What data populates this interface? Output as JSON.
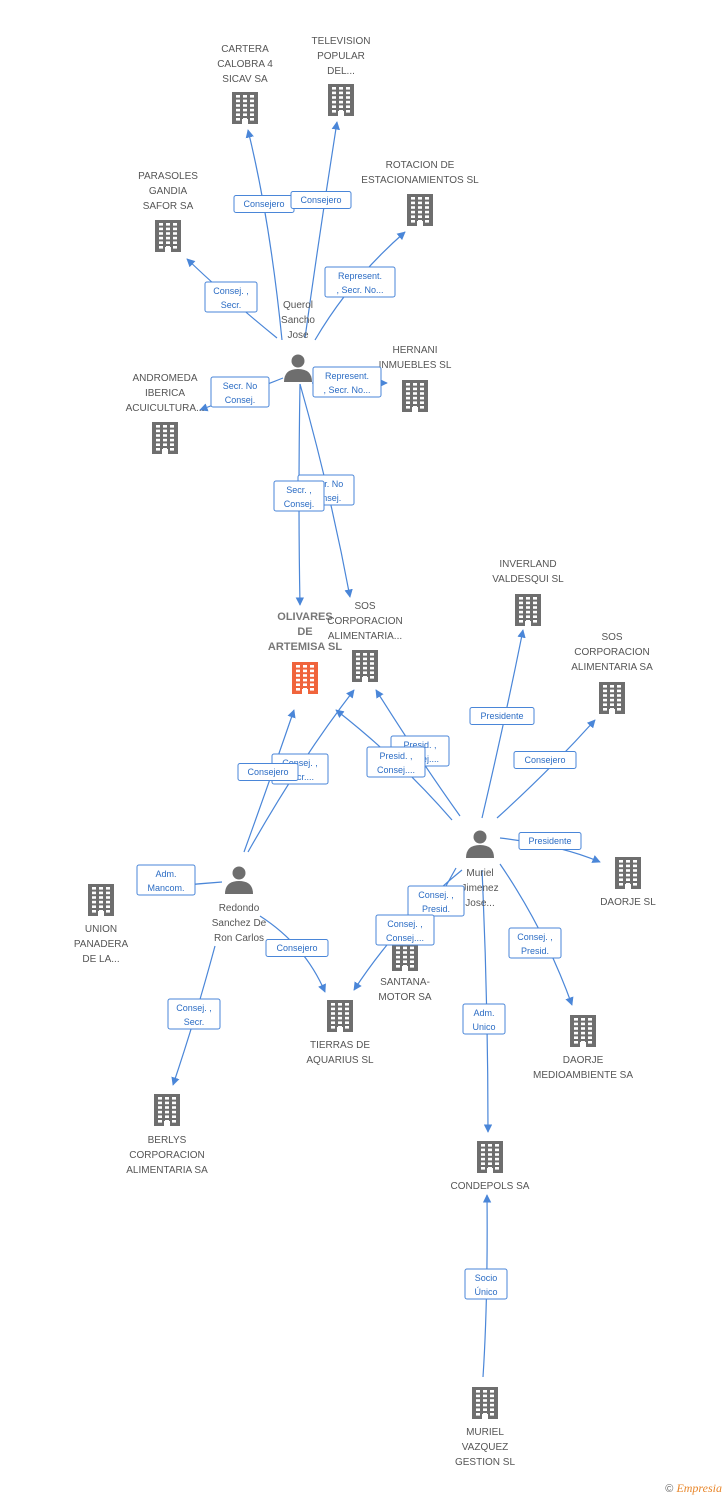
{
  "colors": {
    "building": "#6e6e6e",
    "focus": "#f0643c",
    "person": "#6e6e6e",
    "edge": "#4a86d8",
    "edge_text": "#2b6cc4"
  },
  "nodes": [
    {
      "id": "cartera",
      "type": "company",
      "lines": [
        "CARTERA",
        "CALOBRA 4",
        "SICAV SA"
      ]
    },
    {
      "id": "television",
      "type": "company",
      "lines": [
        "TELEVISION",
        "POPULAR",
        "DEL..."
      ]
    },
    {
      "id": "rotacion",
      "type": "company",
      "lines": [
        "ROTACION DE",
        "ESTACIONAMIENTOS SL"
      ]
    },
    {
      "id": "parasoles",
      "type": "company",
      "lines": [
        "PARASOLES",
        "GANDIA",
        "SAFOR SA"
      ]
    },
    {
      "id": "querol",
      "type": "person",
      "lines": [
        "Querol",
        "Sancho",
        "Jose"
      ]
    },
    {
      "id": "hernani",
      "type": "company",
      "lines": [
        "HERNANI",
        "INMUEBLES SL"
      ]
    },
    {
      "id": "andromeda",
      "type": "company",
      "lines": [
        "ANDROMEDA",
        "IBERICA",
        "ACUICULTURA..."
      ]
    },
    {
      "id": "olivares",
      "type": "focus",
      "lines": [
        "OLIVARES",
        "DE",
        "ARTEMISA SL"
      ]
    },
    {
      "id": "sos1",
      "type": "company",
      "lines": [
        "SOS",
        "CORPORACION",
        "ALIMENTARIA..."
      ]
    },
    {
      "id": "inverland",
      "type": "company",
      "lines": [
        "INVERLAND",
        "VALDESQUI SL"
      ]
    },
    {
      "id": "sos2",
      "type": "company",
      "lines": [
        "SOS",
        "CORPORACION",
        "ALIMENTARIA SA"
      ]
    },
    {
      "id": "muriel",
      "type": "person",
      "lines": [
        "Muriel",
        "Jimenez",
        "Jose..."
      ]
    },
    {
      "id": "daorje",
      "type": "company",
      "lines": [
        "DAORJE SL"
      ]
    },
    {
      "id": "redondo",
      "type": "person",
      "lines": [
        "Redondo",
        "Sanchez De",
        "Ron Carlos"
      ]
    },
    {
      "id": "union",
      "type": "company",
      "lines": [
        "UNION",
        "PANADERA",
        "DE LA..."
      ]
    },
    {
      "id": "santana",
      "type": "company",
      "lines": [
        "SANTANA-",
        "MOTOR SA"
      ]
    },
    {
      "id": "tierras",
      "type": "company",
      "lines": [
        "TIERRAS DE",
        "AQUARIUS SL"
      ]
    },
    {
      "id": "daorjema",
      "type": "company",
      "lines": [
        "DAORJE",
        "MEDIOAMBIENTE SA"
      ]
    },
    {
      "id": "berlys",
      "type": "company",
      "lines": [
        "BERLYS",
        "CORPORACION",
        "ALIMENTARIA SA"
      ]
    },
    {
      "id": "condepols",
      "type": "company",
      "lines": [
        "CONDEPOLS SA"
      ]
    },
    {
      "id": "murielvg",
      "type": "company",
      "lines": [
        "MURIEL",
        "VAZQUEZ",
        "GESTION SL"
      ]
    }
  ],
  "edges": [
    {
      "id": "e1",
      "label": [
        "Consejero"
      ]
    },
    {
      "id": "e2",
      "label": [
        "Consejero"
      ]
    },
    {
      "id": "e3",
      "label": [
        "Represent.",
        ", Secr. No..."
      ]
    },
    {
      "id": "e4",
      "label": [
        "Consej. ,",
        "Secr."
      ]
    },
    {
      "id": "e5",
      "label": [
        "Represent.",
        ", Secr. No..."
      ]
    },
    {
      "id": "e6",
      "label": [
        "Secr.  No",
        "Consej."
      ]
    },
    {
      "id": "e7",
      "label": [
        "Secr. No",
        "Consej."
      ]
    },
    {
      "id": "e8",
      "label": [
        "Secr. ,",
        "Consej."
      ]
    },
    {
      "id": "e9",
      "label": [
        "Presidente"
      ]
    },
    {
      "id": "e10",
      "label": [
        "Consejero"
      ]
    },
    {
      "id": "e11",
      "label": [
        "Presid. ,",
        "Consej...."
      ]
    },
    {
      "id": "e12",
      "label": [
        "Presid. ,",
        "Consej...."
      ]
    },
    {
      "id": "e13",
      "label": [
        "Presidente"
      ]
    },
    {
      "id": "e14",
      "label": [
        "Consej. ,",
        "Secr...."
      ]
    },
    {
      "id": "e15",
      "label": [
        "Consejero"
      ]
    },
    {
      "id": "e16",
      "label": [
        "Adm.",
        "Mancom."
      ]
    },
    {
      "id": "e17",
      "label": [
        "Consej. ,",
        "Presid."
      ]
    },
    {
      "id": "e18",
      "label": [
        "Consej. ,",
        "Consej...."
      ]
    },
    {
      "id": "e19",
      "label": [
        "Consej. ,",
        "Presid."
      ]
    },
    {
      "id": "e20",
      "label": [
        "Consejero"
      ]
    },
    {
      "id": "e21",
      "label": [
        "Consej. ,",
        "Secr."
      ]
    },
    {
      "id": "e22",
      "label": [
        "Adm.",
        "Unico"
      ]
    },
    {
      "id": "e23",
      "label": [
        "Socio",
        "Único"
      ]
    }
  ],
  "footer": {
    "copyright": "©",
    "brand": "Empresia"
  }
}
